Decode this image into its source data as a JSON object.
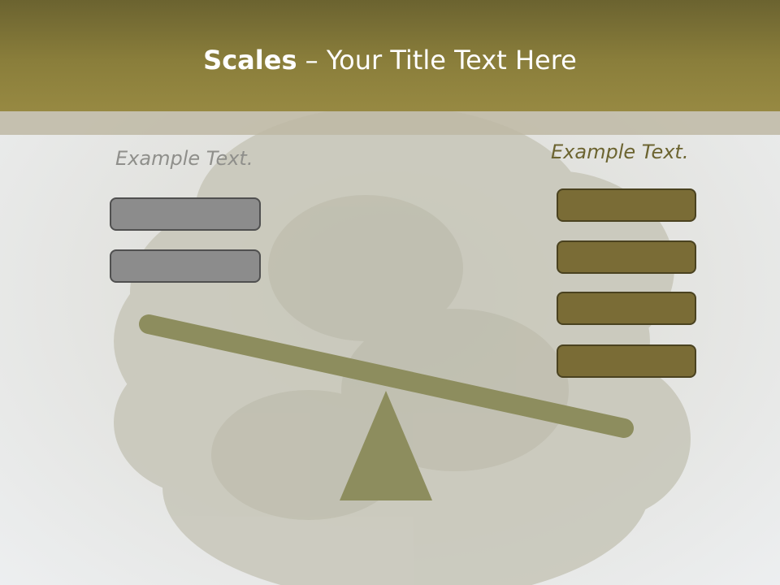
{
  "slide": {
    "title_bold": "Scales",
    "title_rest": " – Your Title Text Here",
    "left_label": "Example Text.",
    "right_label": "Example Text."
  },
  "colors": {
    "header": "#8a7e3b",
    "beam": "#8d8d5e",
    "gray_box": "#8c8c8c",
    "olive_box": "#7a6c36"
  }
}
